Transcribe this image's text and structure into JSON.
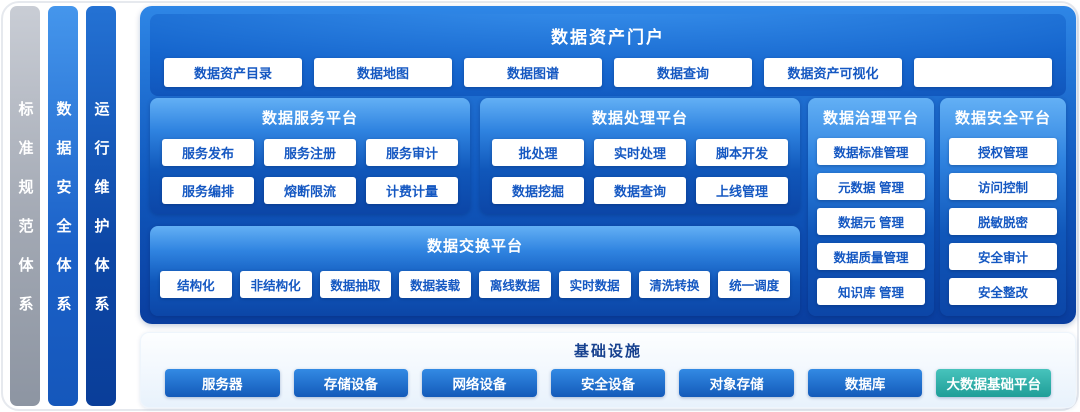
{
  "pillars": [
    {
      "label": "标准规范体系"
    },
    {
      "label": "数据安全体系"
    },
    {
      "label": "运行维护体系"
    }
  ],
  "portal": {
    "title": "数据资产门户",
    "items": [
      "数据资产目录",
      "数据地图",
      "数据图谱",
      "数据查询",
      "数据资产可视化",
      ""
    ]
  },
  "platforms": {
    "service": {
      "title": "数据服务平台",
      "items": [
        "服务发布",
        "服务注册",
        "服务审计",
        "服务编排",
        "熔断限流",
        "计费计量"
      ]
    },
    "processing": {
      "title": "数据处理平台",
      "items": [
        "批处理",
        "实时处理",
        "脚本开发",
        "数据挖掘",
        "数据查询",
        "上线管理"
      ]
    },
    "governance": {
      "title": "数据治理平台",
      "items": [
        "数据标准管理",
        "元数据 管理",
        "数据元 管理",
        "数据质量管理",
        "知识库 管理"
      ]
    },
    "security": {
      "title": "数据安全平台",
      "items": [
        "授权管理",
        "访问控制",
        "脱敏脱密",
        "安全审计",
        "安全整改"
      ]
    },
    "exchange": {
      "title": "数据交换平台",
      "items": [
        "结构化",
        "非结构化",
        "数据抽取",
        "数据装载",
        "离线数据",
        "实时数据",
        "清洗转换",
        "统一调度"
      ]
    }
  },
  "infrastructure": {
    "title": "基础设施",
    "items": [
      "服务器",
      "存储设备",
      "网络设备",
      "安全设备",
      "对象存储",
      "数据库",
      "大数据基础平台"
    ]
  },
  "colors": {
    "container_blue_top": "#2e86e6",
    "container_blue_bottom": "#0a3e9f",
    "chip_text_blue": "#1558c2",
    "infra_title_blue": "#17418f",
    "infra_chip_blue": "#1e6fd0",
    "bigdata_teal": "#2fb3ac",
    "pillar_gray": "#9aa1ad"
  }
}
